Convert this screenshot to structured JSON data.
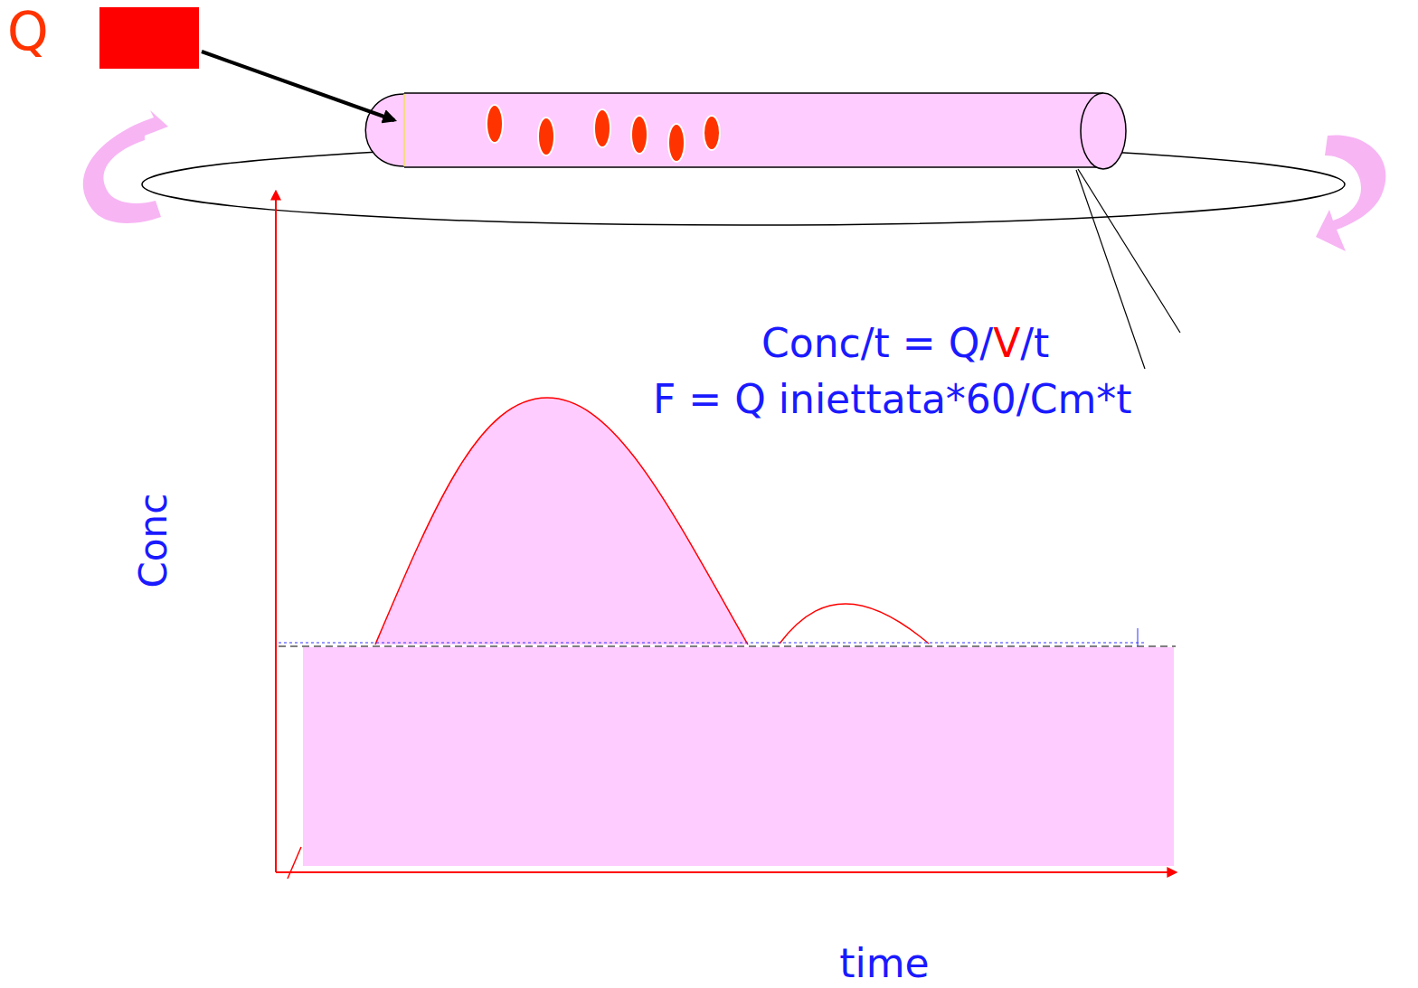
{
  "diagram": {
    "labels": [
      "Q",
      "Conc/t = Q/V/t",
      "F = Q iniettata*60/Cm*t",
      "Conc",
      "time"
    ]
  }
}
